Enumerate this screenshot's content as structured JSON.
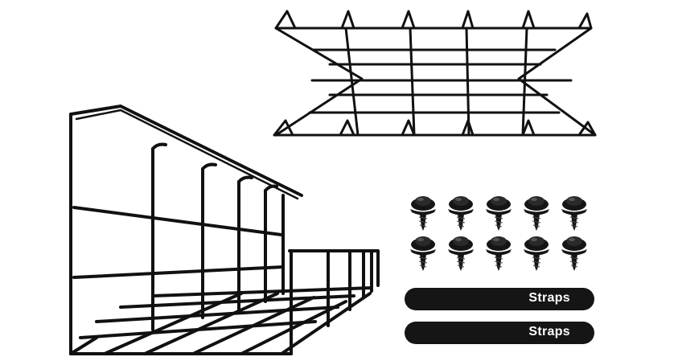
{
  "product": {
    "tray_open_view": {
      "icon": "wire-cable-tray-perspective-icon"
    },
    "tray_top_view": {
      "icon": "wire-cable-tray-flat-icon"
    },
    "screws": {
      "icon": "screw-with-washer-icon",
      "rows": 2,
      "per_row": 5
    },
    "straps": [
      {
        "label": "Straps"
      },
      {
        "label": "Straps"
      }
    ]
  },
  "colors": {
    "background": "#ffffff",
    "wire": "#111111",
    "strap": "#151515",
    "strap_text": "#ffffff"
  }
}
